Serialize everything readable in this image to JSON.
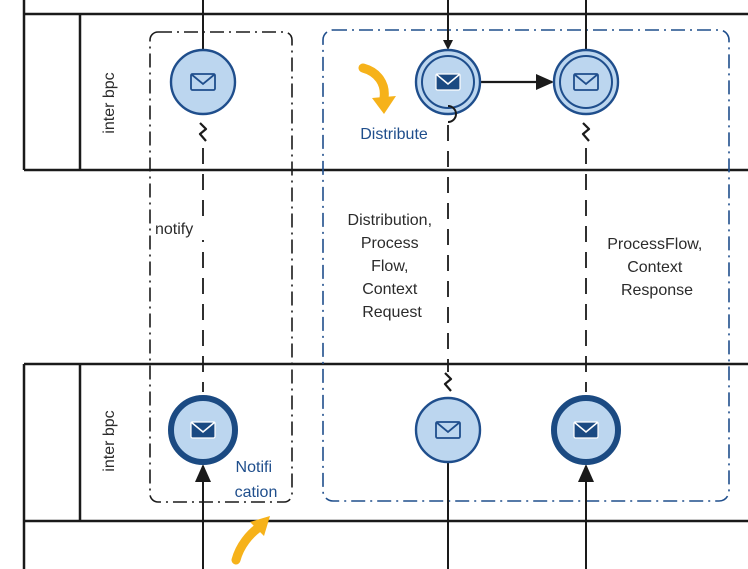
{
  "pools": {
    "top": {
      "lane_label": "inter bpc"
    },
    "bottom": {
      "lane_label": "inter bpc"
    }
  },
  "flows": {
    "notify": [
      "notify"
    ],
    "distribution": [
      "Distribution,",
      "Process",
      "Flow,",
      "Context",
      "Request"
    ],
    "process_flow": [
      "ProcessFlow,",
      "Context",
      "Response"
    ]
  },
  "groups": {
    "distribute": {
      "label": "Distribute"
    },
    "notification": {
      "label_lines": [
        "Notifi",
        "cation"
      ]
    }
  },
  "colors": {
    "event_fill": "#bcd6ef",
    "event_stroke": "#1f4e8c",
    "event_dark": "#1b4a82",
    "group_blue": "#1f4e8c",
    "group_black": "#1a1a1a",
    "highlight_arrow": "#f6b21a"
  },
  "icons": {
    "event": "envelope-icon",
    "error": "lightning-icon",
    "attach": "half-circle-connector-icon",
    "highlight": "curved-arrow-icon"
  }
}
